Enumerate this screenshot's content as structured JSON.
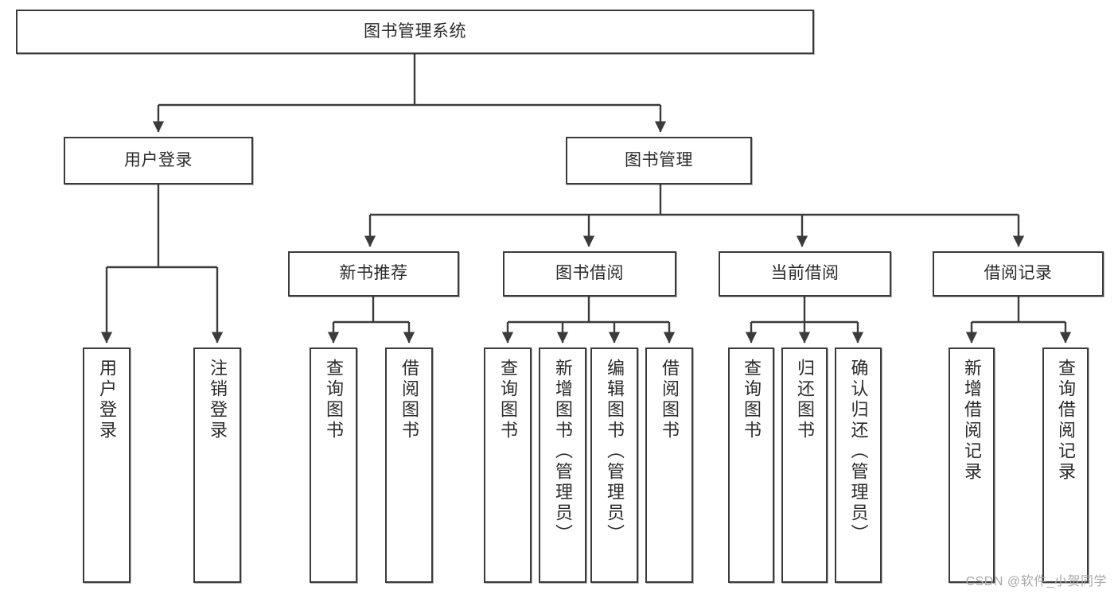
{
  "diagram": {
    "type": "tree",
    "title": "图书管理系统",
    "orientation": "top-down",
    "line_color": "#3b3b3b",
    "box_fill": "#ffffff",
    "text_color": "#2b2b2b",
    "root": {
      "id": "root",
      "label": "图书管理系统",
      "text_direction": "horizontal"
    },
    "level1": [
      {
        "id": "user-login",
        "label": "用户登录",
        "text_direction": "horizontal"
      },
      {
        "id": "book-management",
        "label": "图书管理",
        "text_direction": "horizontal"
      }
    ],
    "level2": [
      {
        "id": "new-book-recommend",
        "label": "新书推荐",
        "text_direction": "horizontal",
        "parent": "book-management"
      },
      {
        "id": "book-borrow",
        "label": "图书借阅",
        "text_direction": "horizontal",
        "parent": "book-management"
      },
      {
        "id": "current-borrow",
        "label": "当前借阅",
        "text_direction": "horizontal",
        "parent": "book-management"
      },
      {
        "id": "borrow-record",
        "label": "借阅记录",
        "text_direction": "horizontal",
        "parent": "book-management"
      }
    ],
    "leaves": [
      {
        "id": "leaf-user-login",
        "label": "用户登录",
        "parent": "user-login",
        "text_direction": "vertical"
      },
      {
        "id": "leaf-logout",
        "label": "注销登录",
        "parent": "user-login",
        "text_direction": "vertical"
      },
      {
        "id": "leaf-query-book-1",
        "label": "查询图书",
        "parent": "new-book-recommend",
        "text_direction": "vertical"
      },
      {
        "id": "leaf-borrow-book-1",
        "label": "借阅图书",
        "parent": "new-book-recommend",
        "text_direction": "vertical"
      },
      {
        "id": "leaf-query-book-2",
        "label": "查询图书",
        "parent": "book-borrow",
        "text_direction": "vertical"
      },
      {
        "id": "leaf-add-book",
        "label": "新增图书（管理员）",
        "parent": "book-borrow",
        "text_direction": "vertical"
      },
      {
        "id": "leaf-edit-book",
        "label": "编辑图书（管理员）",
        "parent": "book-borrow",
        "text_direction": "vertical"
      },
      {
        "id": "leaf-borrow-book-2",
        "label": "借阅图书",
        "parent": "book-borrow",
        "text_direction": "vertical"
      },
      {
        "id": "leaf-query-book-3",
        "label": "查询图书",
        "parent": "current-borrow",
        "text_direction": "vertical"
      },
      {
        "id": "leaf-return-book",
        "label": "归还图书",
        "parent": "current-borrow",
        "text_direction": "vertical"
      },
      {
        "id": "leaf-confirm-return",
        "label": "确认归还（管理员）",
        "parent": "current-borrow",
        "text_direction": "vertical"
      },
      {
        "id": "leaf-add-record",
        "label": "新增借阅记录",
        "parent": "borrow-record",
        "text_direction": "vertical"
      },
      {
        "id": "leaf-query-record",
        "label": "查询借阅记录",
        "parent": "borrow-record",
        "text_direction": "vertical"
      }
    ]
  },
  "watermark": {
    "text": "CSDN @软件_小贺同学"
  }
}
